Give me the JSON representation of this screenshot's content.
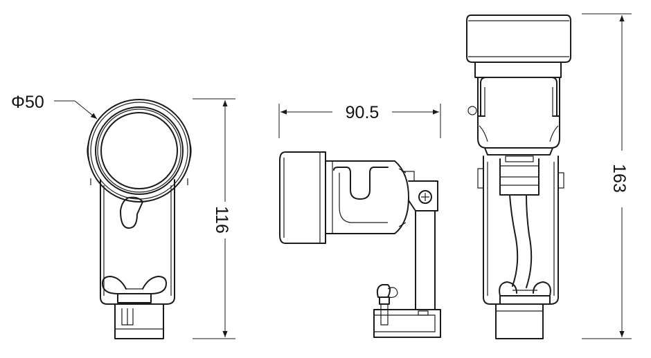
{
  "dimensions": {
    "diameter": "Φ50",
    "height_front": "116",
    "width_side": "90.5",
    "height_extended": "163"
  },
  "colors": {
    "line": "#1a1a1a",
    "background": "#ffffff"
  }
}
